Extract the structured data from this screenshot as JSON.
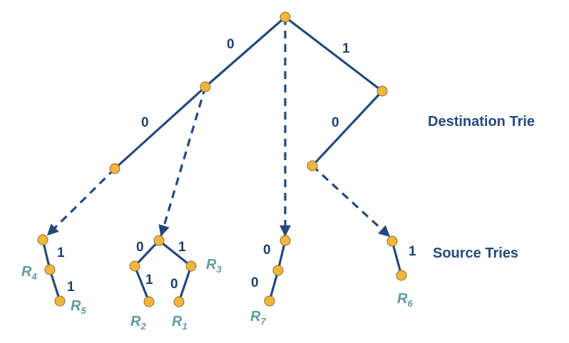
{
  "labels": {
    "destination_trie": "Destination Trie",
    "source_tries": "Source Tries"
  },
  "edge_bits": {
    "root_left": "0",
    "root_right": "1",
    "n0_left": "0",
    "n1_left": "0",
    "t1_right": "1",
    "t1b_right": "1",
    "t2_left": "0",
    "t2_right": "1",
    "t2l_down": "1",
    "t2r_down": "0",
    "t3_down": "0",
    "t3b_down": "0",
    "t4_down": "1"
  },
  "rules": {
    "r1": {
      "letter": "R",
      "index": "1"
    },
    "r2": {
      "letter": "R",
      "index": "2"
    },
    "r3": {
      "letter": "R",
      "index": "3"
    },
    "r4": {
      "letter": "R",
      "index": "4"
    },
    "r5": {
      "letter": "R",
      "index": "5"
    },
    "r6": {
      "letter": "R",
      "index": "6"
    },
    "r7": {
      "letter": "R",
      "index": "7"
    }
  },
  "colors": {
    "edge": "#24497c",
    "node_fill": "#f2b63f",
    "rule_label": "#5f9aa0",
    "bit_label": "#1f3f6e"
  }
}
